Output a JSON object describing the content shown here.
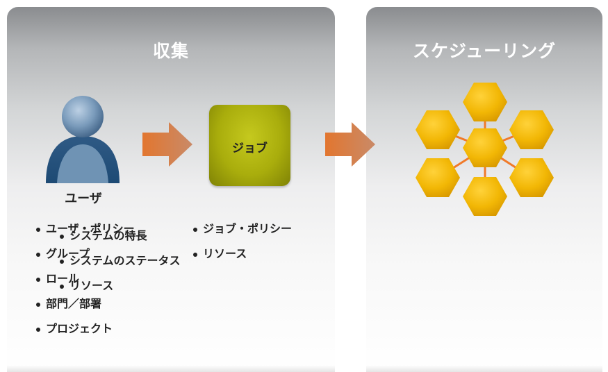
{
  "collect_panel": {
    "title": "収集",
    "user_label": "ユーザ",
    "job_label": "ジョブ",
    "user_bullets": [
      "ユーザ・ポリシー",
      "グループ",
      "ロール",
      "部門／部署",
      "プロジェクト"
    ],
    "job_bullets": [
      "ジョブ・ポリシー",
      "リソース"
    ]
  },
  "schedule_panel": {
    "title": "スケジューリング",
    "bullets": [
      "システムの特長",
      "システムのステータス",
      "リソース"
    ]
  },
  "colors": {
    "panel_top": "#8a8c8f",
    "arrow": "#e0773a",
    "job_box": "#a9ad0c",
    "hexagon": "#f2b705",
    "connector": "#f07a2a",
    "user_figure": "#5b7fa0"
  },
  "icons": {
    "user": "user-silhouette-icon",
    "arrow": "arrow-right-icon",
    "cluster": "hexagon-cluster-icon"
  }
}
